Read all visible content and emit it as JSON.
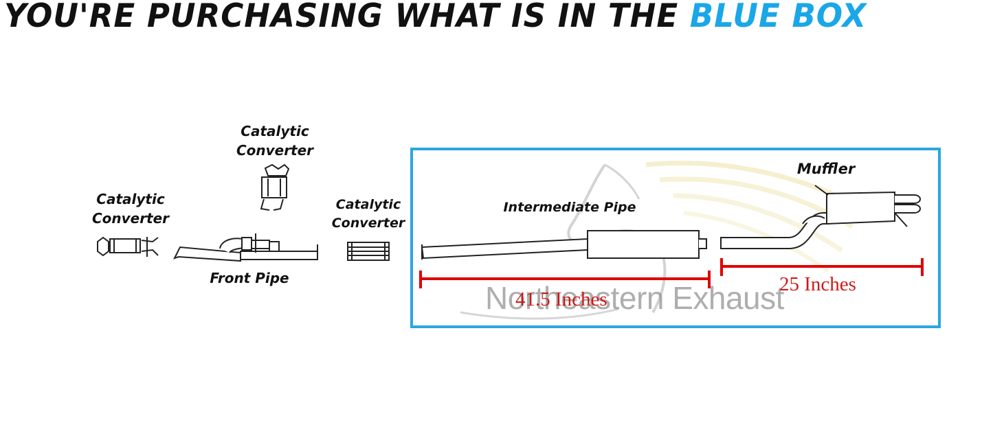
{
  "headline": {
    "main": "YOU'RE PURCHASING WHAT IS IN THE ",
    "highlight": "BLUE BOX"
  },
  "labels": {
    "cat1_line1": "Catalytic",
    "cat1_line2": "Converter",
    "cat2_line1": "Catalytic",
    "cat2_line2": "Converter",
    "cat3_line1": "Catalytic",
    "cat3_line2": "Converter",
    "front_pipe": "Front Pipe",
    "intermediate_pipe": "Intermediate Pipe",
    "muffler": "Muffler"
  },
  "measurements": {
    "intermediate": "41.5 Inches",
    "muffler": "25 Inches"
  },
  "watermark": "Northeastern Exhaust",
  "colors": {
    "highlight": "#1aa7e8",
    "box": "#2aa6e0",
    "measure": "#e00000"
  }
}
